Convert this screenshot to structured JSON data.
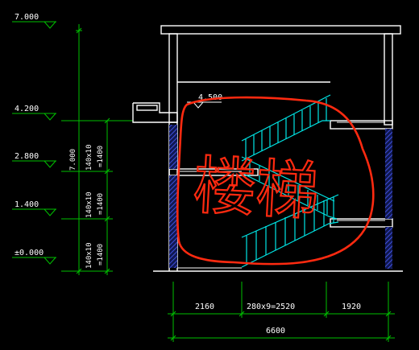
{
  "levels": {
    "l7000": "7.000",
    "l4200": "4.200",
    "l2800": "2.800",
    "l1400": "1.400",
    "l0000": "±0.000",
    "landing": "4.500"
  },
  "vertical_dims": {
    "total": "7.000",
    "seg1a": "140x10",
    "seg1b": "=1400",
    "seg2a": "140x10",
    "seg2b": "=1400",
    "seg3a": "140x10",
    "seg3b": "=1400"
  },
  "horizontal_dims": {
    "d1": "2160",
    "d2": "280x9=2520",
    "d3": "1920",
    "total": "6600"
  },
  "annotation": {
    "handwriting": "楼梯",
    "color": "#ff2a10"
  },
  "colors": {
    "dim_lines": "#00c000",
    "structure": "#ffffff",
    "stair": "#00e5e5",
    "column_hatch": "#3a4bd8"
  }
}
